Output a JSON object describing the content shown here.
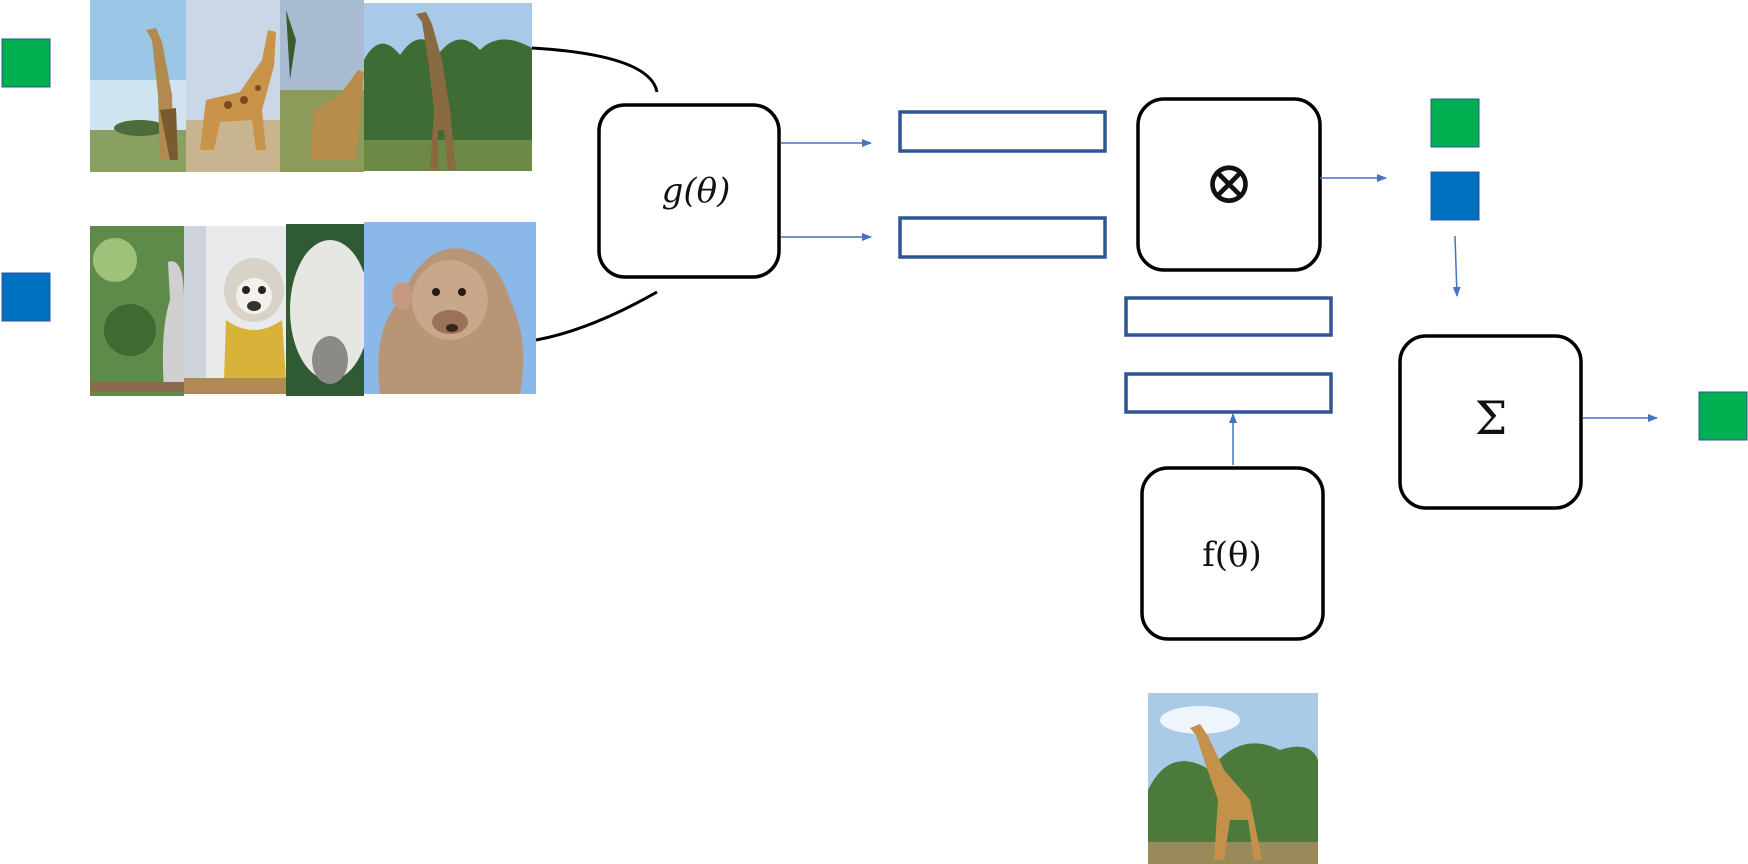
{
  "diagram": {
    "nodes": {
      "g_theta": {
        "label": "g(θ)"
      },
      "product": {
        "label": "⊗"
      },
      "sum": {
        "label": "Σ"
      },
      "f_theta": {
        "label": "f(θ)"
      }
    },
    "class_colors": {
      "giraffe": "#00b050",
      "monkey": "#0070c0"
    },
    "embedding_stroke": "#2f5597",
    "arrow_color": "#4472c4",
    "images": {
      "support_giraffe": [
        "giraffe-photo-1",
        "giraffe-photo-2",
        "giraffe-photo-3",
        "giraffe-photo-4"
      ],
      "support_monkey": [
        "monkey-photo-1",
        "monkey-photo-2",
        "monkey-photo-3",
        "monkey-photo-4"
      ],
      "query": "query-giraffe-photo"
    }
  }
}
